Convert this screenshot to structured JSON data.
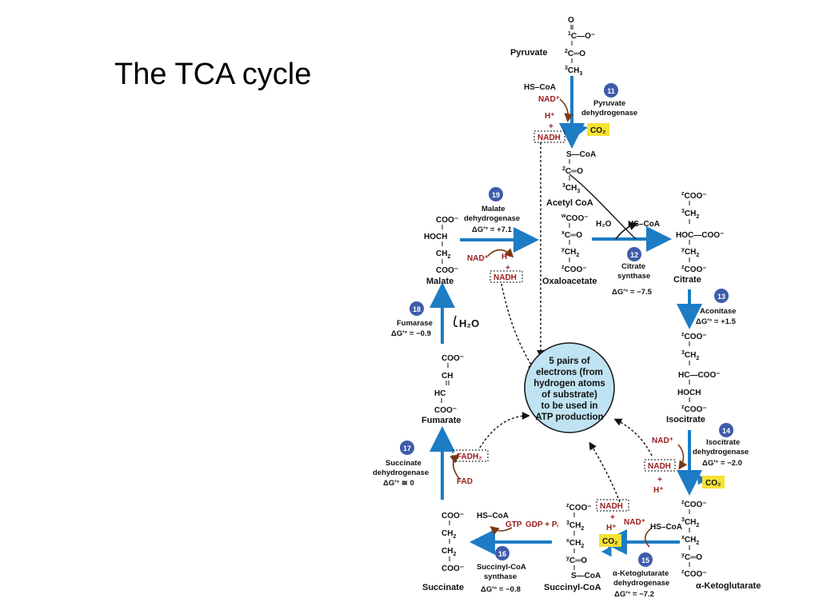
{
  "title": "The TCA cycle",
  "center": [
    "5 pairs of",
    "electrons (from",
    "hydrogen atoms",
    "of substrate)",
    "to be used in",
    "ATP production"
  ],
  "colors": {
    "arrow": "#1d7cc4",
    "badge": "#3e5caa",
    "co2_box": "#f6e134",
    "cofactor": "#9b1b1b",
    "center_fill": "#bfe3f2"
  },
  "cofactors": {
    "nad": "NAD⁺",
    "nadh": "NADH",
    "h": "H⁺",
    "plus": "+",
    "fad": "FAD",
    "fadh2": "FADH₂",
    "co2": "CO₂",
    "hscoa": "HS–CoA",
    "h2o": "H₂O",
    "gtp": "GTP",
    "gdp_pi": "GDP + Pᵢ"
  },
  "compounds": {
    "pyruvate": "Pyruvate",
    "acetyl_coa": "Acetyl CoA",
    "oxaloacetate": "Oxaloacetate",
    "citrate": "Citrate",
    "isocitrate": "Isocitrate",
    "ketoglutarate": "α-Ketoglutarate",
    "succinyl_coa": "Succinyl-CoA",
    "succinate": "Succinate",
    "fumarate": "Fumarate",
    "malate": "Malate"
  },
  "steps": [
    {
      "num": "11",
      "enzyme": [
        "Pyruvate",
        "dehydrogenase"
      ],
      "dg": ""
    },
    {
      "num": "12",
      "enzyme": [
        "Citrate",
        "synthase"
      ],
      "dg": "ΔG′° = −7.5"
    },
    {
      "num": "13",
      "enzyme": [
        "Aconitase"
      ],
      "dg": "ΔG′° = +1.5"
    },
    {
      "num": "14",
      "enzyme": [
        "Isocitrate",
        "dehydrogenase"
      ],
      "dg": "ΔG′° = −2.0"
    },
    {
      "num": "15",
      "enzyme": [
        "α-Ketoglutarate",
        "dehydrogenase"
      ],
      "dg": "ΔG′° = −7.2"
    },
    {
      "num": "16",
      "enzyme": [
        "Succinyl-CoA",
        "synthase"
      ],
      "dg": "ΔG′° = −0.8"
    },
    {
      "num": "17",
      "enzyme": [
        "Succinate",
        "dehydrogenase"
      ],
      "dg": "ΔG′° ≅ 0"
    },
    {
      "num": "18",
      "enzyme": [
        "Fumarase"
      ],
      "dg": "ΔG′° = −0.9"
    },
    {
      "num": "19",
      "enzyme": [
        "Malate",
        "dehydrogenase"
      ],
      "dg": "ΔG′° = +7.1"
    }
  ]
}
